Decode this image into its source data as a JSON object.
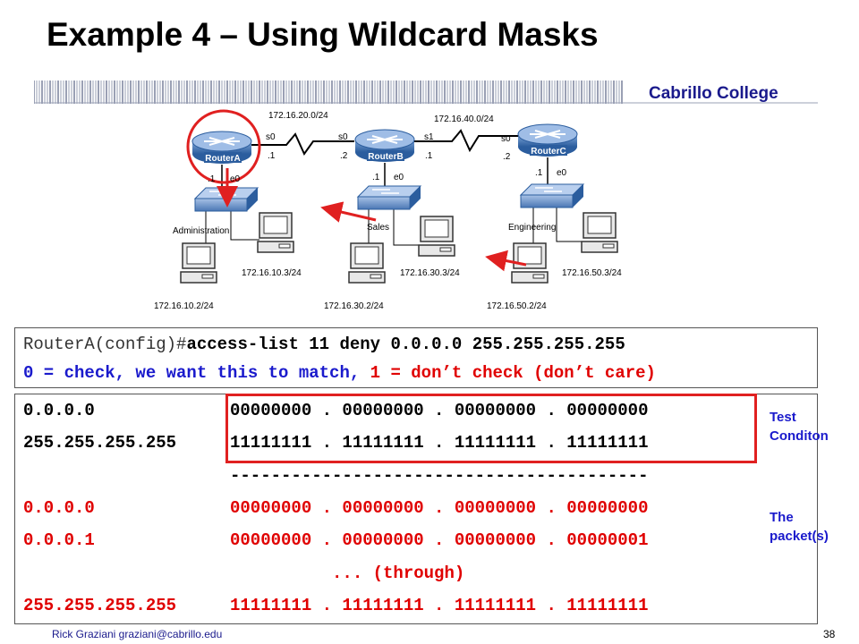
{
  "title": "Example 4 – Using Wildcard Masks",
  "brand": "Cabrillo College",
  "topology": {
    "routers": [
      "RouterA",
      "RouterB",
      "RouterC"
    ],
    "links": [
      "172.16.20.0/24",
      "172.16.40.0/24"
    ],
    "interfaces": {
      "a_s0": "s0",
      "a_s0_ip": ".1",
      "b_s0": "s0",
      "b_s0_ip": ".2",
      "b_s1": "s1",
      "b_s1_ip": ".1",
      "c_s0": "s0",
      "c_s0_ip": ".2",
      "a_e0": "e0",
      "a_e0_ip": ".1",
      "b_e0": "e0",
      "b_e0_ip": ".1",
      "c_e0": "e0",
      "c_e0_ip": ".1"
    },
    "lans": [
      "Administration",
      "Sales",
      "Engineering"
    ],
    "hosts": [
      "172.16.10.3/24",
      "172.16.10.2/24",
      "172.16.30.3/24",
      "172.16.30.2/24",
      "172.16.50.3/24",
      "172.16.50.2/24"
    ]
  },
  "command": {
    "prompt": "RouterA(config)#",
    "text": "access-list 11 deny 0.0.0.0 255.255.255.255",
    "legend_check": "0 = check, we want this to match, ",
    "legend_dontcare": "1 = don’t check (don’t care)"
  },
  "mask_rows": [
    {
      "addr": "0.0.0.0",
      "bits": "00000000 . 00000000 . 00000000 . 00000000",
      "color": "#000000"
    },
    {
      "addr": "255.255.255.255",
      "bits": "11111111 . 11111111 . 11111111 . 11111111",
      "color": "#000000"
    },
    {
      "addr": "",
      "bits": "-----------------------------------------",
      "color": "#000000"
    },
    {
      "addr": "0.0.0.0",
      "bits": "00000000 . 00000000 . 00000000 . 00000000",
      "color": "#e00000"
    },
    {
      "addr": "0.0.0.1",
      "bits": "00000000 . 00000000 . 00000000 . 00000001",
      "color": "#e00000"
    },
    {
      "addr": "",
      "bits": "          ... (through)",
      "color": "#e00000"
    },
    {
      "addr": "255.255.255.255",
      "bits": "11111111 . 11111111 . 11111111 . 11111111",
      "color": "#e00000"
    }
  ],
  "labels": {
    "test_line1": "Test",
    "test_line2": "Conditon",
    "packet_line1": "The",
    "packet_line2": "packet(s)"
  },
  "footer": "Rick Graziani  graziani@cabrillo.edu",
  "page_number": "38"
}
